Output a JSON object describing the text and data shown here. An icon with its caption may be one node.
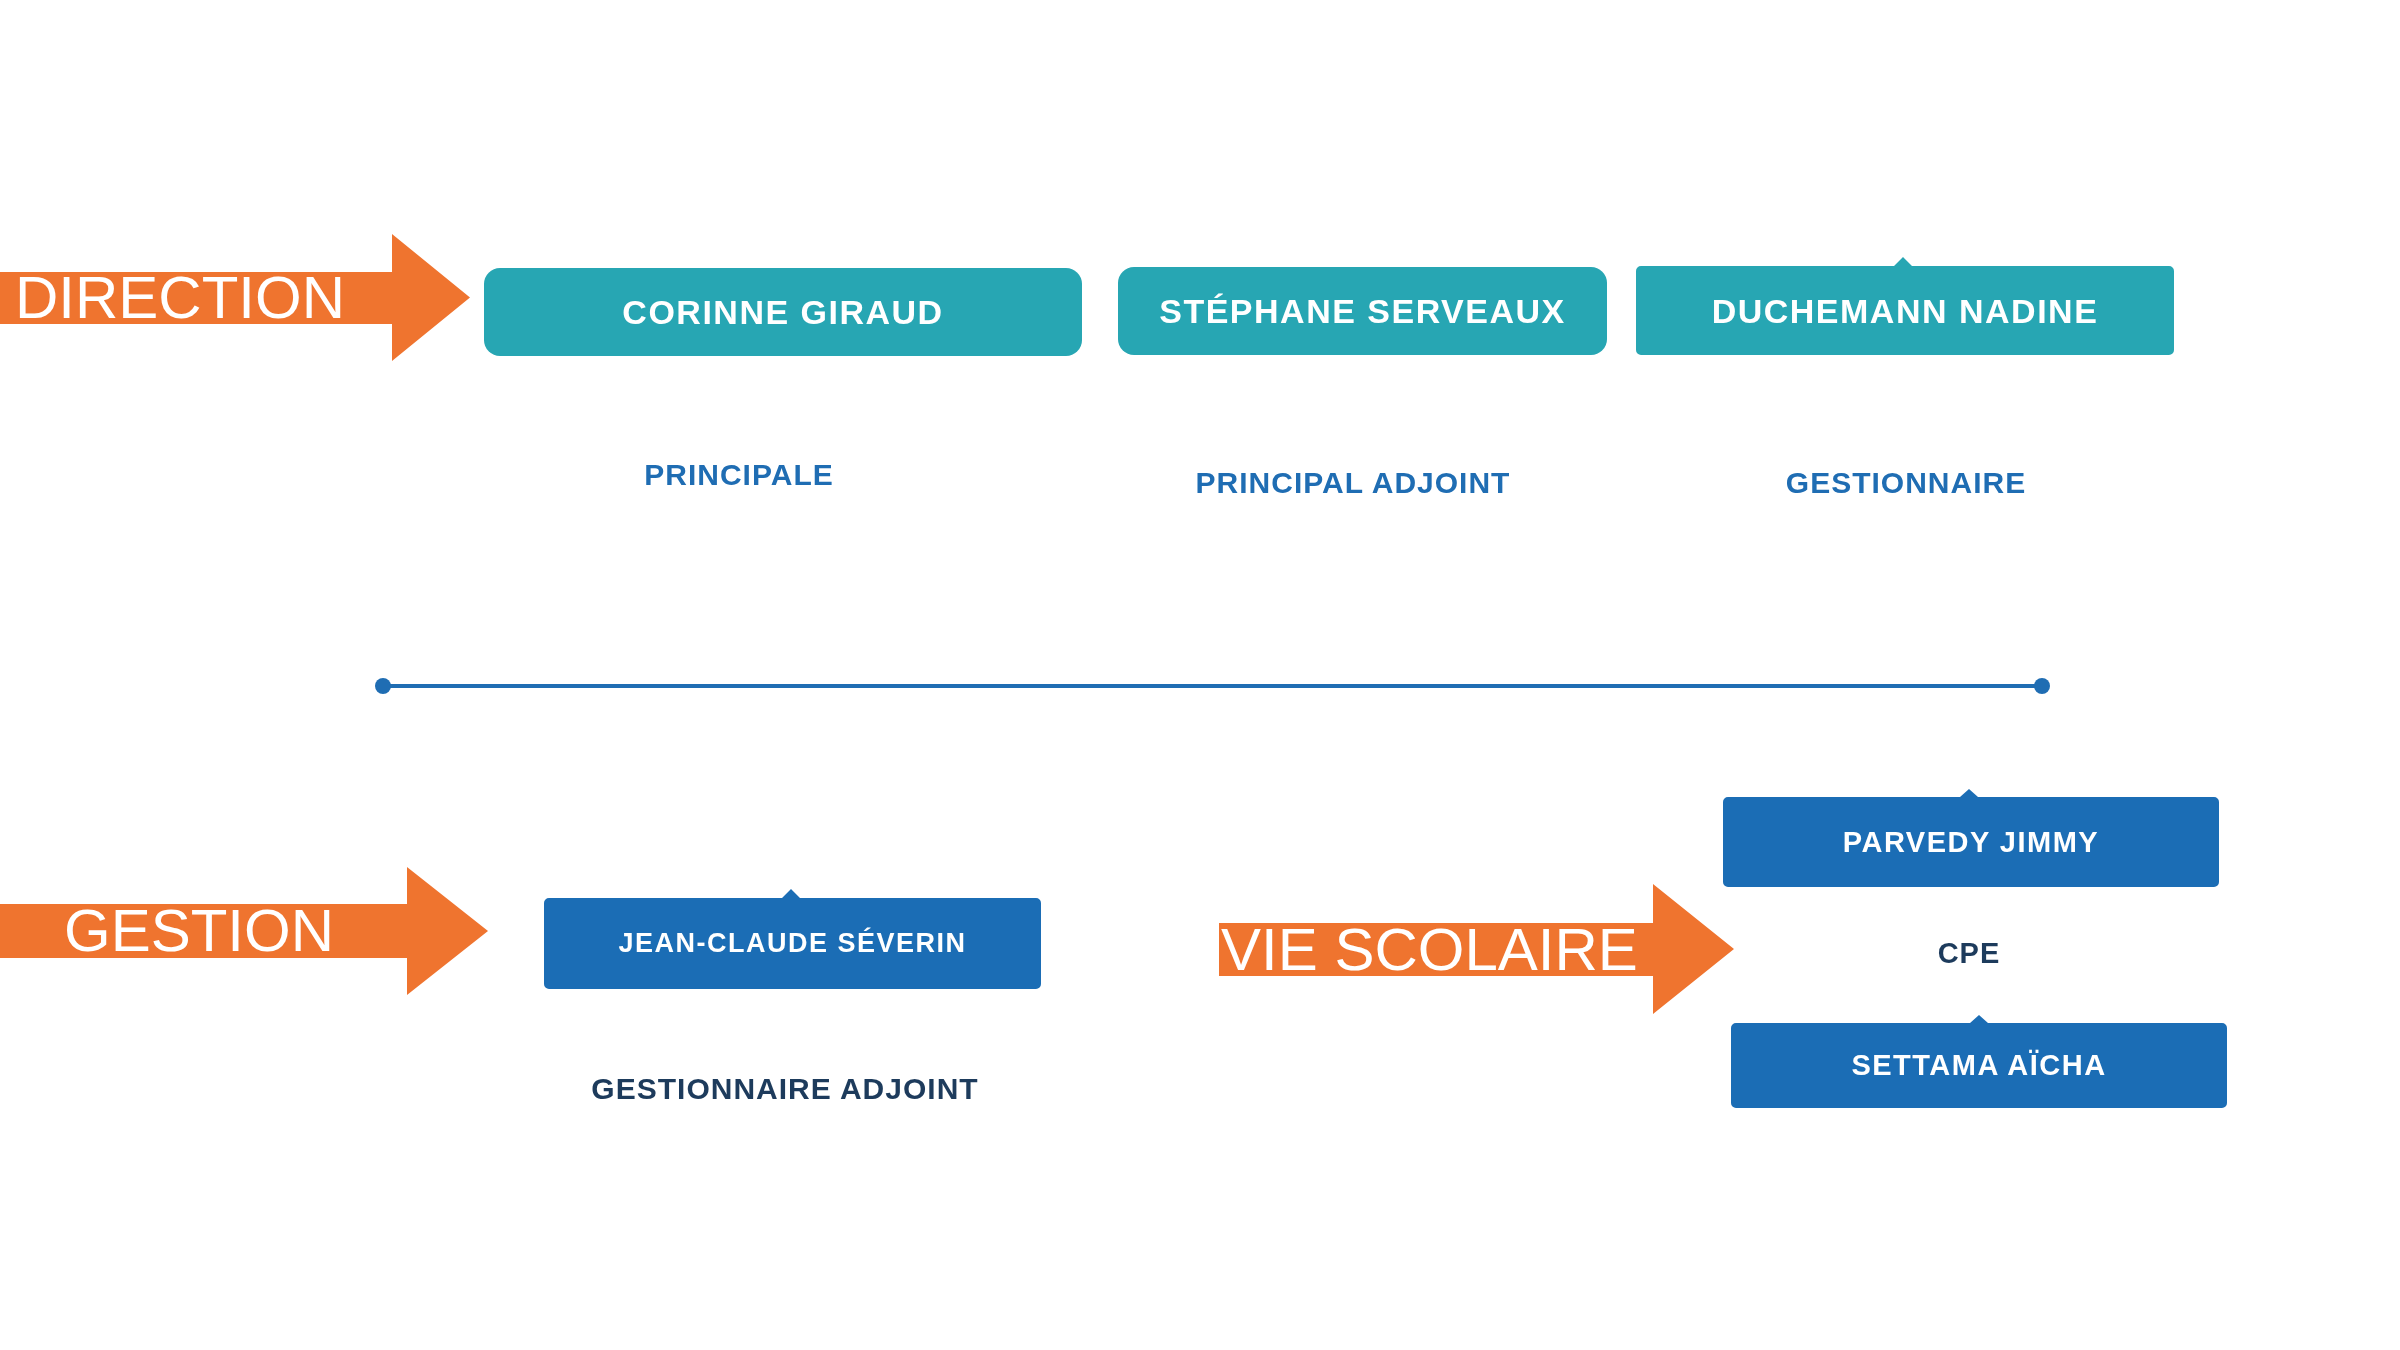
{
  "diagram": {
    "nodes": [
      {
        "text": [
          "DIRECTION"
        ]
      },
      {
        "text": [
          "CORINNE GIRAUD"
        ],
        "beside": [
          "PRINCIPALE"
        ]
      },
      {
        "text": [
          "STÉPHANE SERVEAUX"
        ],
        "beside": [
          "PRINCIPAL ADJOINT"
        ]
      },
      {
        "text": [
          "DUCHEMANN NADINE"
        ],
        "beside": [
          "GESTIONNAIRE"
        ]
      },
      {
        "text": [
          "GESTION"
        ]
      },
      {
        "text": [
          "JEAN-CLAUDE SÉVERIN"
        ],
        "beside": [
          "GESTIONNAIRE ADJOINT"
        ]
      },
      {
        "text": [
          "VIE SCOLAIRE"
        ]
      },
      {
        "text": [
          "PARVEDY JIMMY"
        ]
      },
      {
        "text": [
          "SETTAMA AÏCHA"
        ]
      }
    ],
    "labels": [
      "CPE"
    ]
  }
}
